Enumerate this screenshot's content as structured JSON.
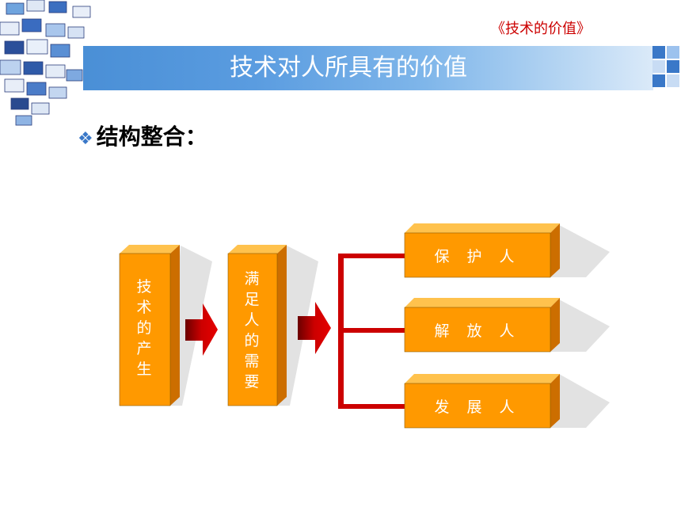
{
  "slide": {
    "subtitle": "《技术的价值》",
    "title": "技术对人所具有的价值",
    "heading_bullet": "❖",
    "heading": "结构整合："
  },
  "diagram": {
    "source_box": "技\n术\n的\n产\n生",
    "middle_box": "满\n足\n人\n的\n需\n要",
    "outcomes": [
      "保 护 人",
      "解 放 人",
      "发 展 人"
    ]
  },
  "colors": {
    "box_front": "#ff9900",
    "box_top": "#ffc24d",
    "box_side": "#cc6e00",
    "arrow": "#cc0000",
    "connector": "#cc0000",
    "title_bar": "#4a8fd6"
  }
}
